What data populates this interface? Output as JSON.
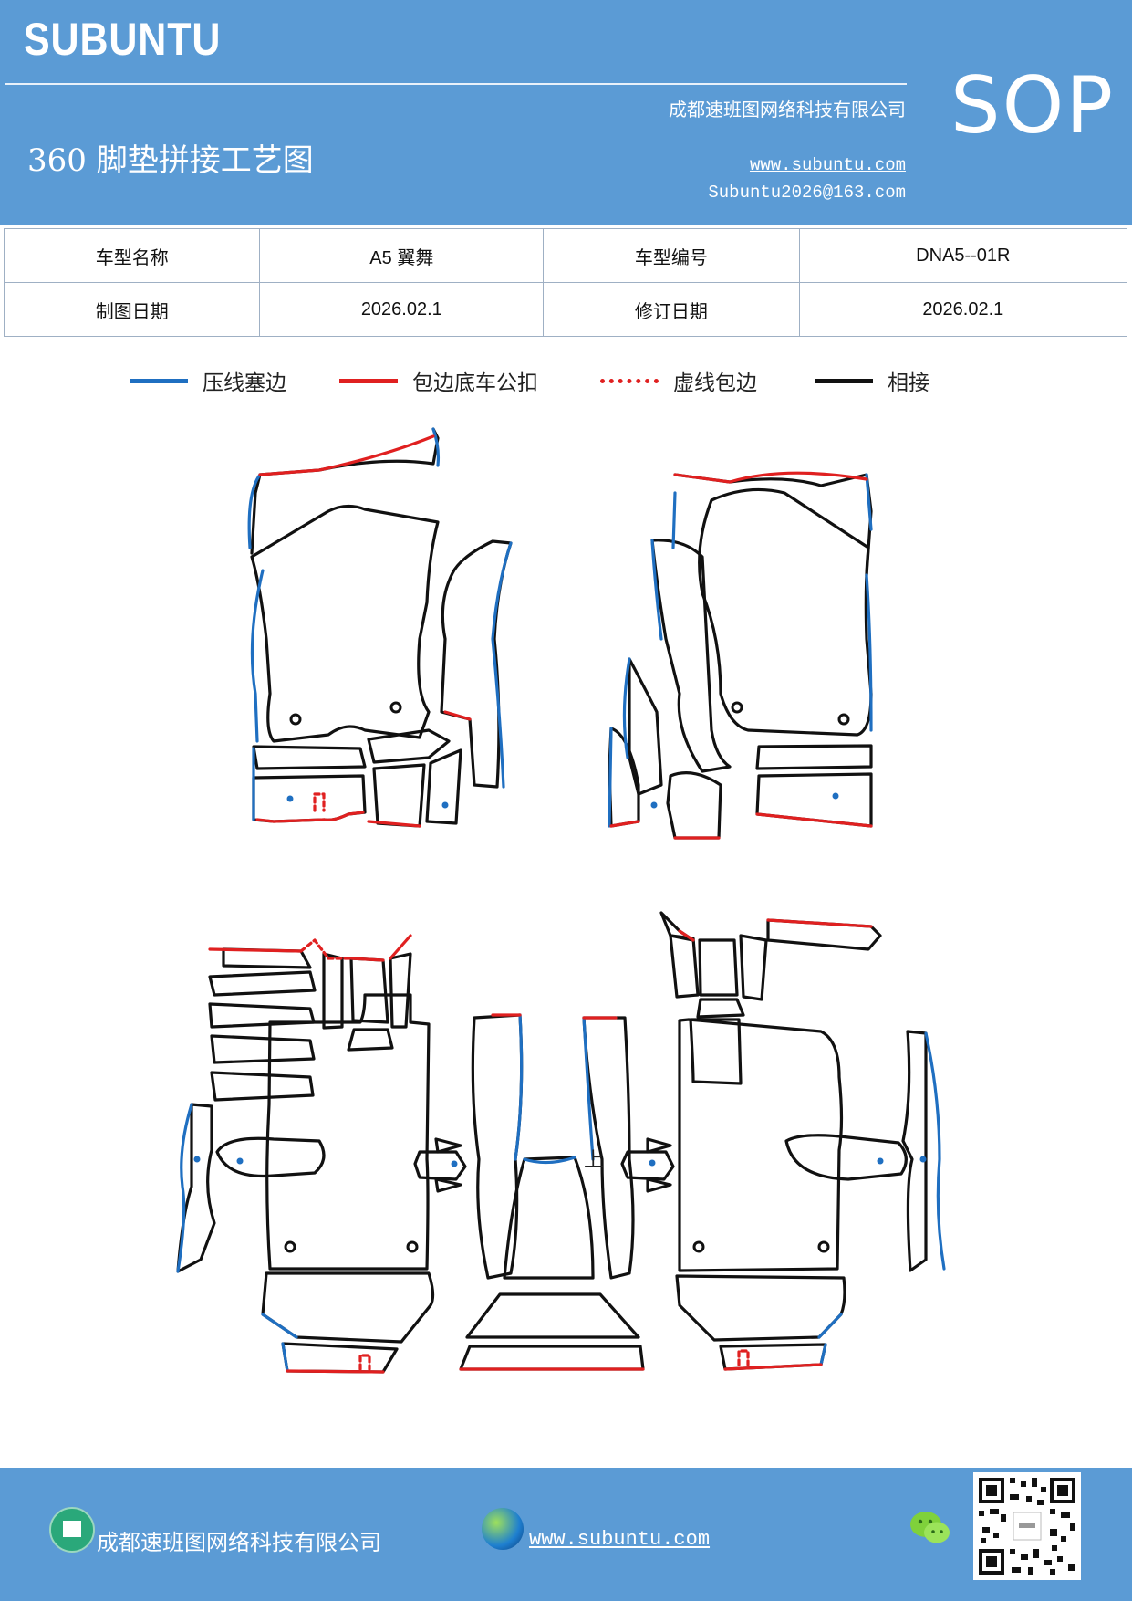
{
  "header": {
    "brand": "SUBUNTU",
    "company": "成都速班图网络科技有限公司",
    "title": "360 脚垫拼接工艺图",
    "website": "www.subuntu.com",
    "email": "Subuntu2026@163.com",
    "sop": "SOP"
  },
  "info": {
    "model_name_label": "车型名称",
    "model_name_value": "A5 翼舞",
    "model_code_label": "车型编号",
    "model_code_value": "DNA5--01R",
    "draw_date_label": "制图日期",
    "draw_date_value": "2026.02.1",
    "revise_date_label": "修订日期",
    "revise_date_value": "2026.02.1"
  },
  "legend": [
    {
      "label": "压线塞边",
      "color": "#1f6fc1",
      "style": "solid"
    },
    {
      "label": "包边底车公扣",
      "color": "#e02020",
      "style": "solid"
    },
    {
      "label": "虚线包边",
      "color": "#e02020",
      "style": "dotted"
    },
    {
      "label": "相接",
      "color": "#111111",
      "style": "solid"
    }
  ],
  "drawing": {
    "up_label": "上"
  },
  "footer": {
    "company": "成都速班图网络科技有限公司",
    "website": "www.subuntu.com"
  }
}
